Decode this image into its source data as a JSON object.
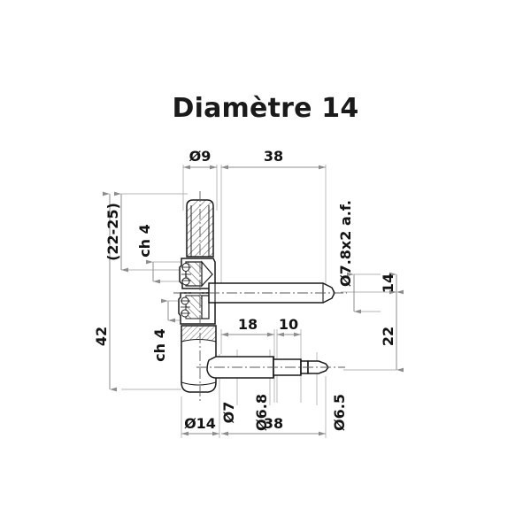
{
  "page": {
    "title": "Diamètre 14",
    "background_color": "#ffffff",
    "line_color": "#1a1a1a",
    "thin_line_color": "#9a9a9a",
    "text_color": "#141414"
  },
  "drawing": {
    "type": "technical-drawing",
    "subject": "door-hinge",
    "dimensions": {
      "top_left": "Ø9",
      "top_right": "38",
      "left_outer": "42",
      "left_upper": "(22-25)",
      "left_ch_upper": "ch 4",
      "left_ch_lower": "ch 4",
      "right_label": "Ø7.8x2 a.f.",
      "right_upper": "14",
      "right_lower": "22",
      "mid_18": "18",
      "mid_10": "10",
      "pin_d7": "Ø7",
      "pin_d68": "Ø6.8",
      "pin_d65": "Ø6.5",
      "bottom_left": "Ø14",
      "bottom_right": "38"
    }
  }
}
